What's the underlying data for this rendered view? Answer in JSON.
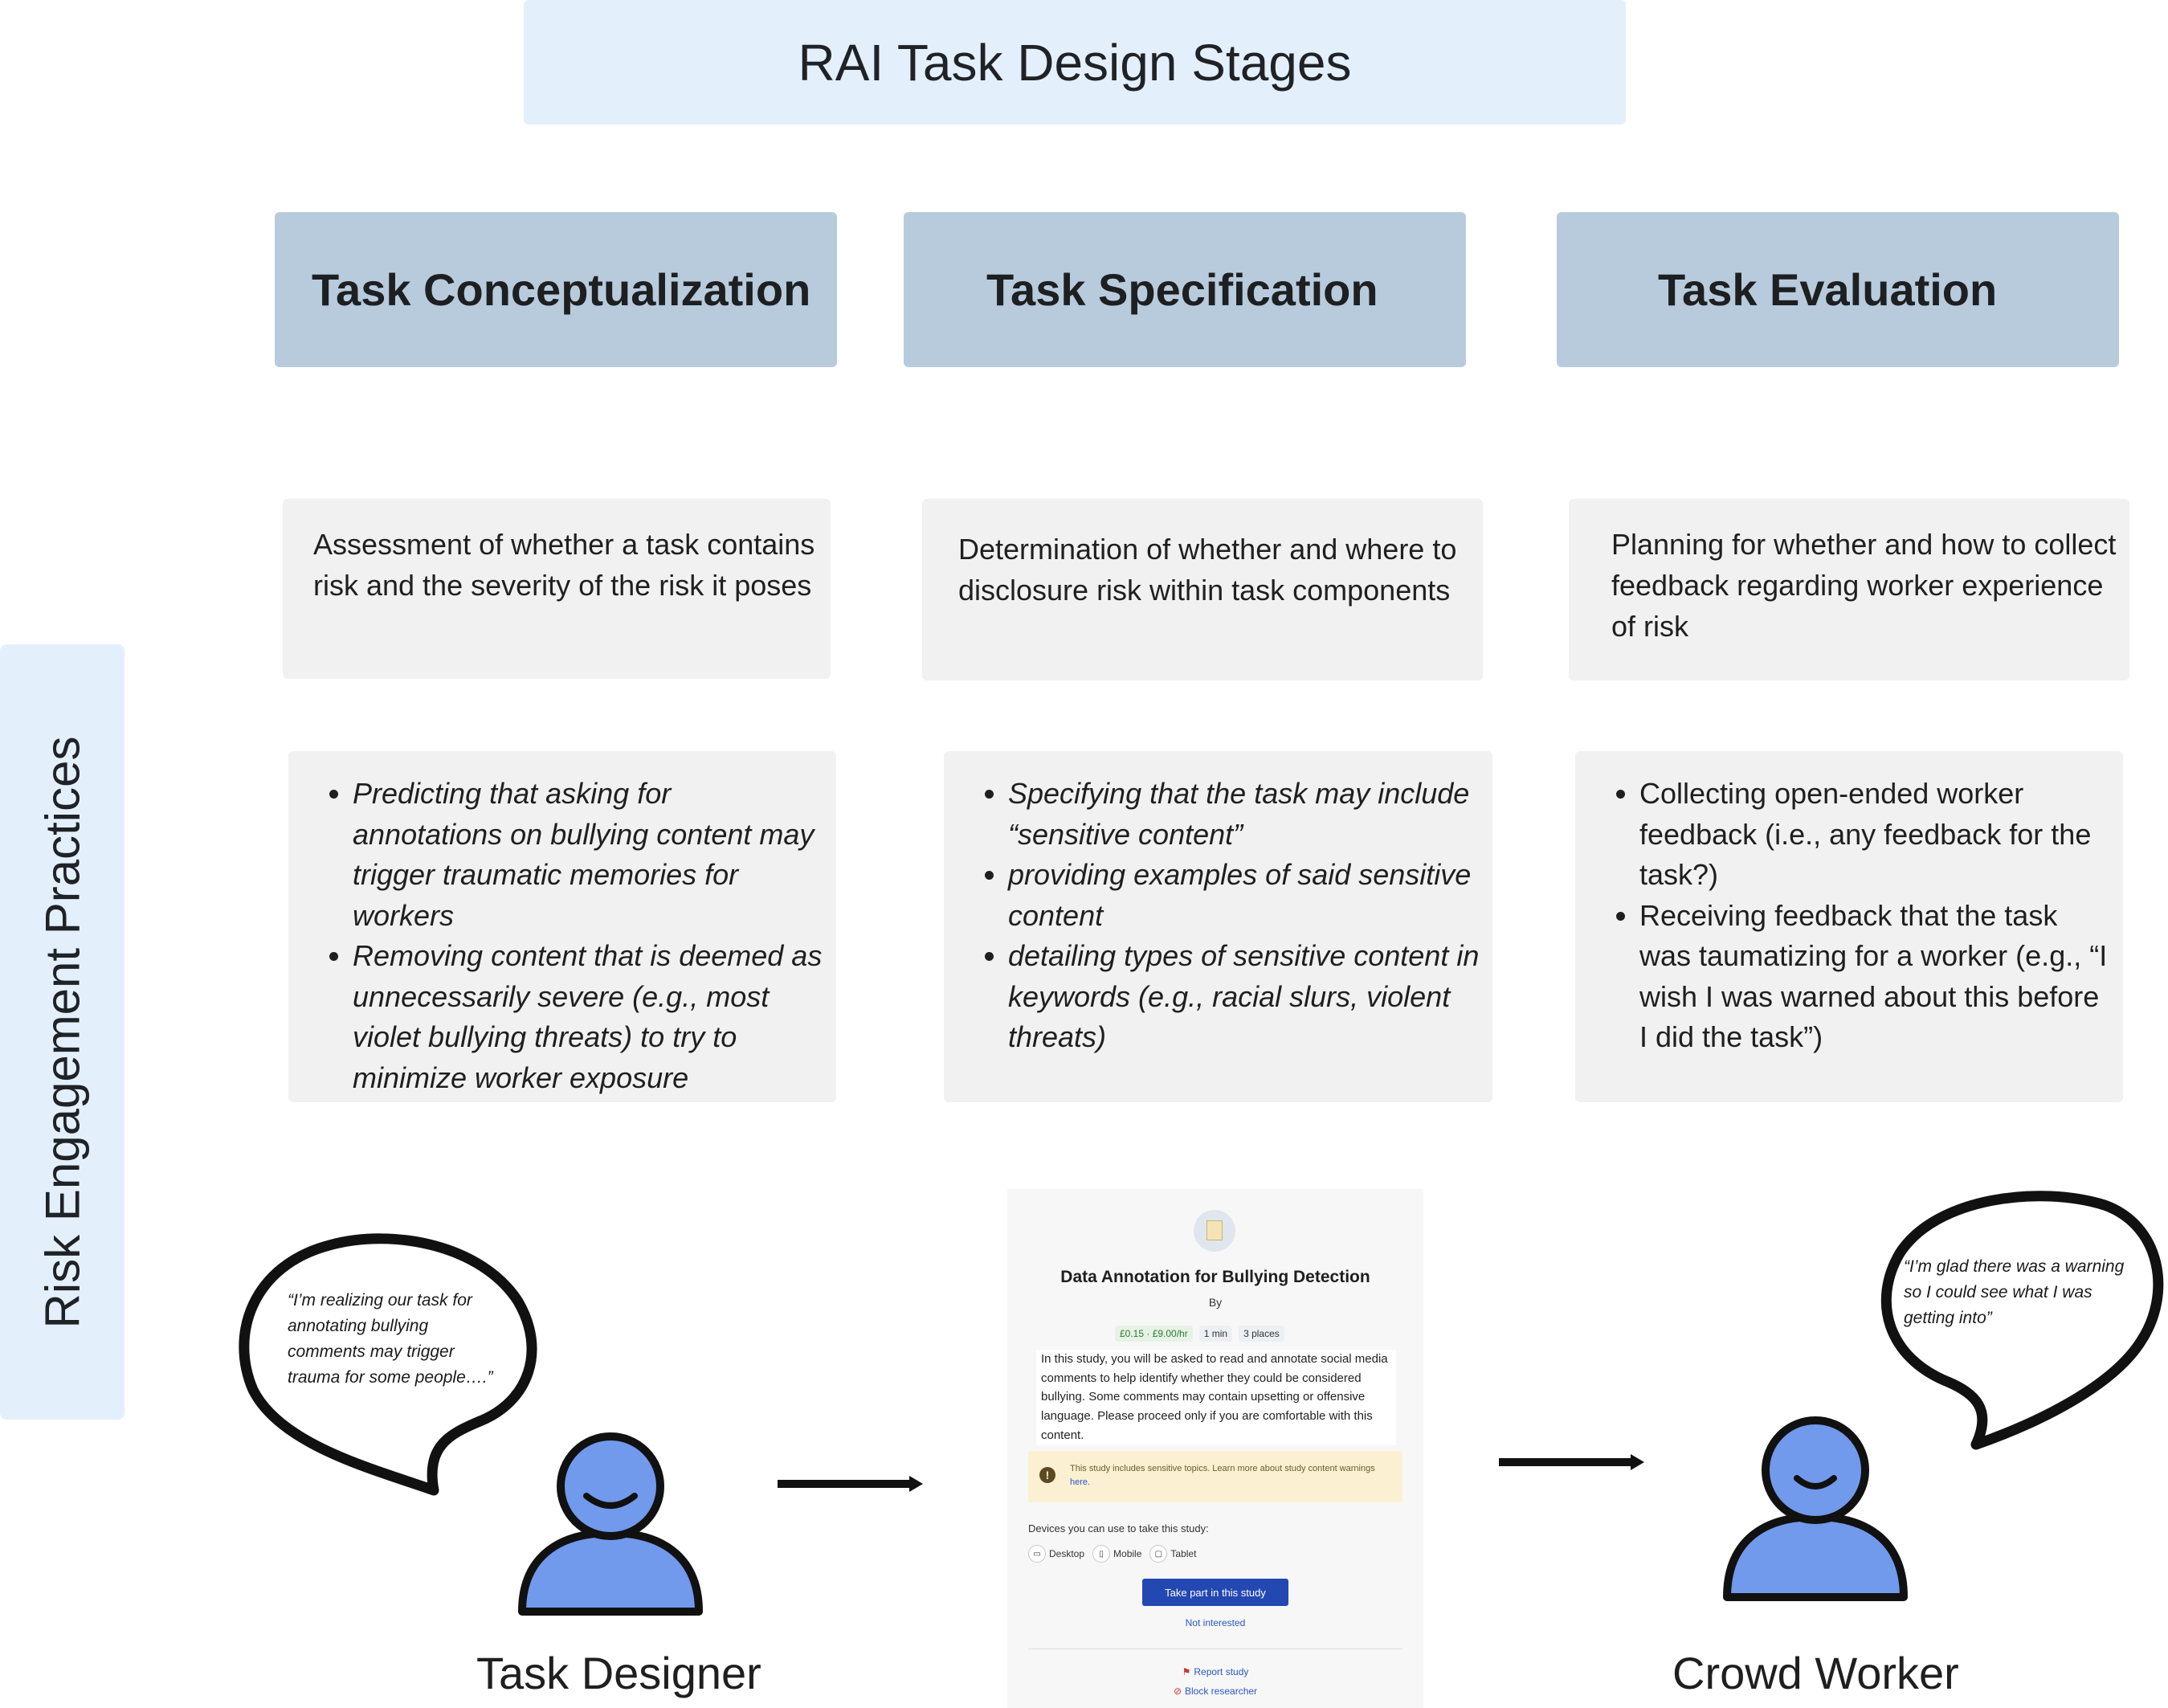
{
  "title": "RAI Task Design Stages",
  "side_label": "Risk Engagement Practices",
  "stages": [
    {
      "label": "Task Conceptualization",
      "definition": [
        "Assessment of whether a task contains",
        "risk and the severity of the risk it poses"
      ],
      "examples": [
        "Predicting that asking for annotations on bullying content may trigger traumatic memories for workers",
        "Removing content that is deemed as unnecessarily severe (e.g., most violet bullying threats) to try to minimize worker exposure"
      ]
    },
    {
      "label": "Task Specification",
      "definition": [
        "Determination of whether and where to",
        "disclosure risk within task components"
      ],
      "examples": [
        "Specifying that the task may include “sensitive content”",
        "providing examples of said sensitive content",
        "detailing types of sensitive content in keywords (e.g., racial slurs, violent threats)"
      ]
    },
    {
      "label": "Task Evaluation",
      "definition": [
        "Planning for whether and how to collect",
        "feedback regarding worker experience",
        "of risk"
      ],
      "examples": [
        "Collecting open-ended worker feedback (i.e., any feedback for the task?)",
        " Receiving feedback that the task was taumatizing for a worker (e.g., “I wish I was warned about this before I did the task”)"
      ]
    }
  ],
  "designer": {
    "role": "Task Designer",
    "quote": [
      "“I’m realizing our task for",
      "annotating bullying",
      "comments may trigger",
      "trauma for some people….”"
    ]
  },
  "worker": {
    "role": "Crowd Worker",
    "quote": [
      "“I’m glad there was a warning",
      "so I could see what I was",
      "getting into”"
    ]
  },
  "study_card": {
    "title": "Data Annotation for Bullying Detection",
    "by": "By",
    "chips": [
      "£0.15 · £9.00/hr",
      "1 min",
      "3 places"
    ],
    "description": "In this study, you will be asked to read and annotate social media comments to help identify whether they could be considered bullying. Some comments may contain upsetting or offensive language. Please proceed only if you are comfortable with this content.",
    "warning": "This study includes sensitive topics. Learn more about study content warnings",
    "warning_link": "here.",
    "devices_label": "Devices you can use to take this study:",
    "devices": [
      "Desktop",
      "Mobile",
      "Tablet"
    ],
    "take_button": "Take part in this study",
    "not_interested": "Not interested",
    "report": "Report study",
    "block": "Block researcher"
  },
  "colors": {
    "title_bg": "#e3f0fc",
    "stage_bg": "#b8cbdd",
    "card_bg": "#f1f1f1",
    "person_fill": "#7199ec",
    "outline": "#111111",
    "button": "#2348b2"
  }
}
